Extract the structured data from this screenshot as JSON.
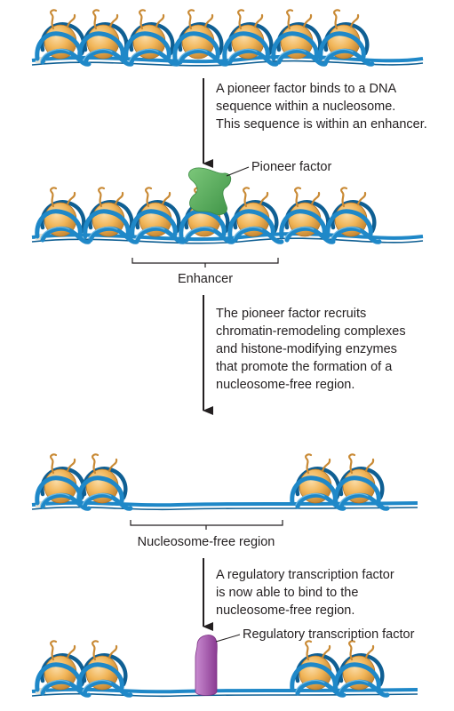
{
  "steps": [
    {
      "caption": [
        "A pioneer factor binds to a DNA",
        "sequence within a nucleosome.",
        "This sequence is within an enhancer."
      ]
    },
    {
      "caption": [
        "The pioneer factor recruits",
        "chromatin-remodeling complexes",
        "and histone-modifying enzymes",
        "that promote the formation of a",
        "nucleosome-free region."
      ]
    },
    {
      "caption": [
        "A regulatory transcription factor",
        "is now able to bind to the",
        "nucleosome-free region."
      ]
    }
  ],
  "labels": {
    "pioneer_factor": "Pioneer factor",
    "enhancer": "Enhancer",
    "nucleosome_free_region": "Nucleosome-free region",
    "regulatory_tf": "Regulatory transcription factor"
  },
  "colors": {
    "dna": "#1f88c8",
    "dna_dark": "#0f5f93",
    "histone": "#f1b558",
    "histone_light": "#fbdca6",
    "histone_dark": "#b0752a",
    "pioneer_factor": "#5aaf5a",
    "regulatory_tf": "#a64fad",
    "line": "#231f20"
  },
  "icons": {
    "nucleosome": "nucleosome-icon",
    "pioneer_factor": "pioneer-factor-icon",
    "regulatory_tf": "regulatory-tf-icon",
    "arrow": "down-arrow-icon"
  }
}
